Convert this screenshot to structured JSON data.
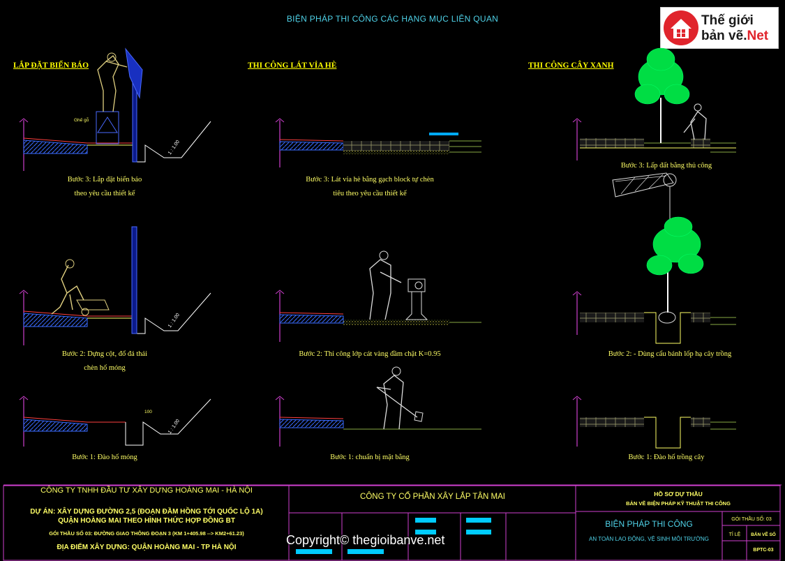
{
  "title": "BIỆN PHÁP THI CÔNG CÁC HẠNG MỤC LIÊN QUAN",
  "logo": {
    "line1": "Thế giới",
    "line2a": "bản vẽ.",
    "line2b": "Net"
  },
  "sections": {
    "left": "LẮP ĐẶT BIỂN BÁO",
    "middle": "THI CÔNG LÁT VỈA HÈ",
    "right": "THI CÔNG CÂY XANH"
  },
  "steps": {
    "left3": [
      "Bước 3: Lắp đặt biển báo",
      "theo yêu cầu thiết kế"
    ],
    "left2": [
      "Bước 2: Dựng cột, đổ đá thải",
      "chèn hố móng"
    ],
    "left1": "Bước 1: Đào hố móng",
    "mid3": [
      "Bước 3: Lát vỉa hè bằng gạch block tự chèn",
      "tiêu theo yêu cầu thiết kế"
    ],
    "mid2": "Bước 2: Thi công lớp cát vàng đầm chặt K=0.95",
    "mid1": "Bước 1: chuẩn bị mặt bằng",
    "right3": "Bước 3: Lấp đất bằng thủ công",
    "right2": "Bước 2: - Dùng cẩu bánh lốp hạ cây trồng",
    "right1": "Bước 1: Đào hố trồng cây"
  },
  "small_labels": {
    "ghe": "Ghế gỗ",
    "slope": "1 : 1.00",
    "dim": "100"
  },
  "titleblock": {
    "company_left": "CÔNG TY TNHH ĐẦU TƯ XÂY DỰNG HOÀNG MAI - HÀ NỘI",
    "project1": "DỰ ÁN: XÂY DỰNG ĐƯỜNG 2,5 (ĐOẠN ĐẦM HỒNG TỚI QUỐC LỘ 1A)",
    "project2": "QUẬN HOÀNG MAI THEO HÌNH THỨC HỢP ĐỒNG BT",
    "package": "GÓI THẦU SỐ 03: ĐƯỜNG GIAO THÔNG ĐOẠN 3 (KM 1+405.98 --> KM2+61.23)",
    "location": "ĐỊA ĐIỂM XÂY DỰNG: QUẬN HOÀNG MAI - TP HÀ NỘI",
    "company_mid": "CÔNG TY CỔ PHẦN XÂY LẮP TÂN MAI",
    "doc1": "HỒ SƠ DỰ THẦU",
    "doc2": "BẢN VẼ BIỆN PHÁP KỸ THUẬT THI CÔNG",
    "drawing_title": "BIỆN PHÁP THI CÔNG",
    "drawing_sub": "AN TOÀN LAO ĐỘNG, VỆ SINH MÔI TRƯỜNG",
    "goi_thau": "GÓI THẦU SỐ: 03",
    "tyle_label": "TỈ LỆ",
    "banve_label": "BẢN VẼ SỐ",
    "code": "BPTC-03"
  },
  "copyright": "Copyright© thegioibanve.net"
}
